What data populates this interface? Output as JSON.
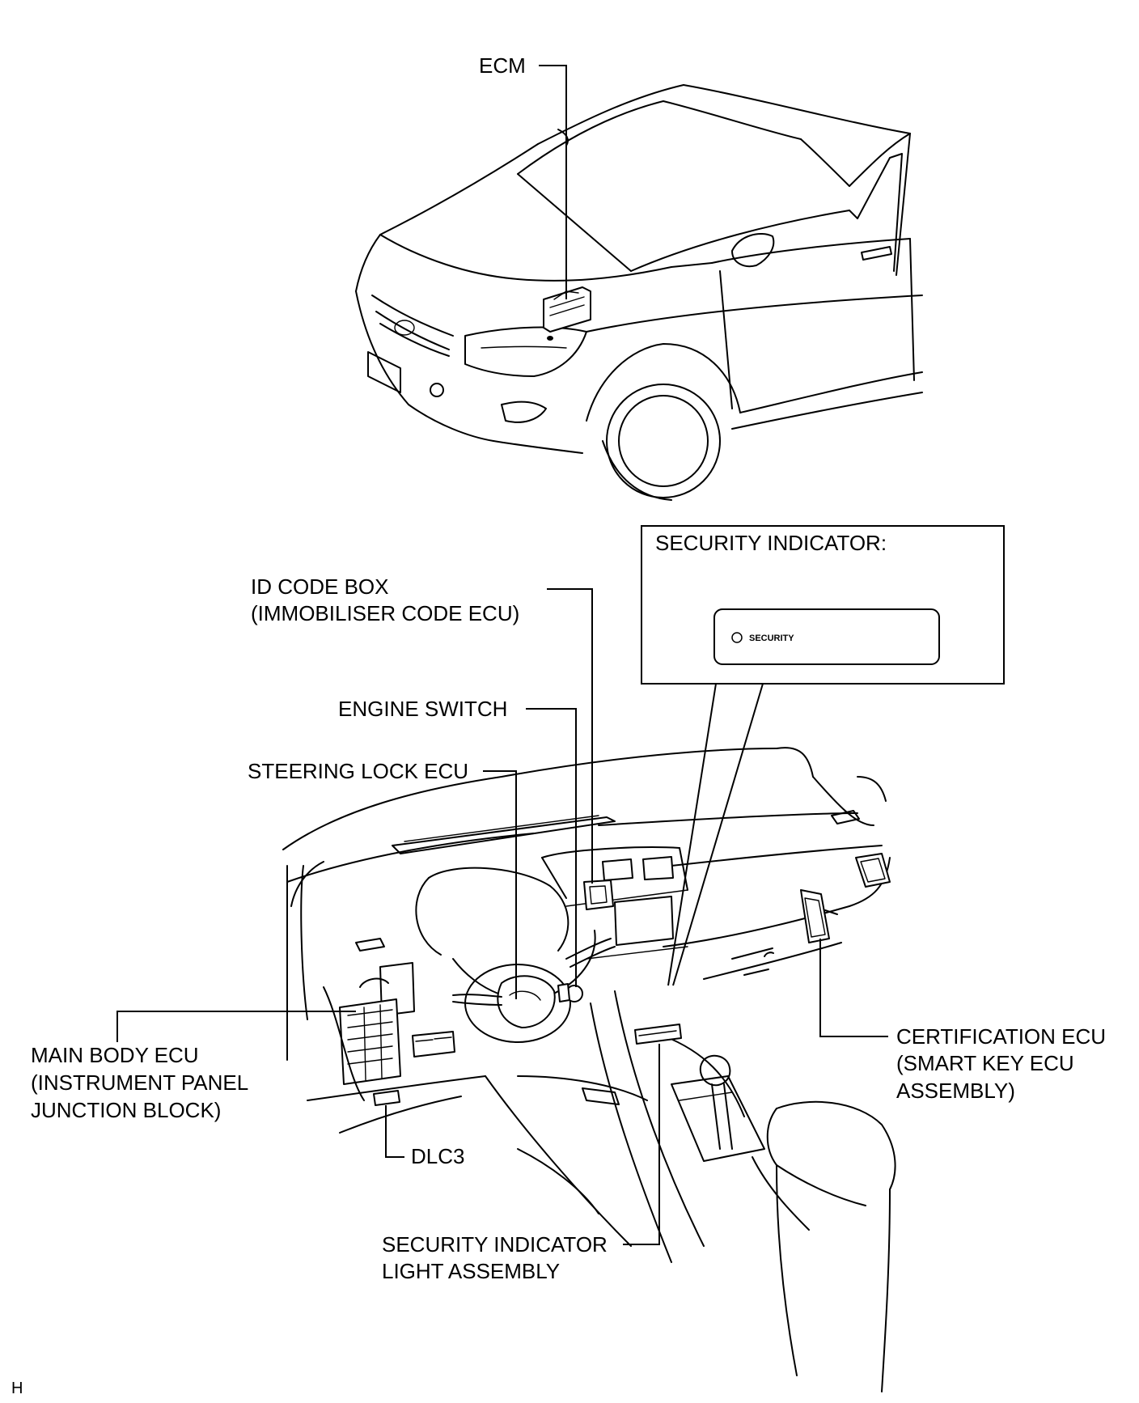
{
  "labels": {
    "ecm": "ECM",
    "security_indicator_box_title": "SECURITY INDICATOR:",
    "security_lamp_text": "SECURITY",
    "id_code_box_line1": "ID CODE BOX",
    "id_code_box_line2": "(IMMOBILISER CODE ECU)",
    "engine_switch": "ENGINE SWITCH",
    "steering_lock_ecu": "STEERING LOCK ECU",
    "main_body_ecu_line1": "MAIN BODY ECU",
    "main_body_ecu_line2": "(INSTRUMENT PANEL",
    "main_body_ecu_line3": "JUNCTION BLOCK)",
    "certification_ecu_line1": "CERTIFICATION ECU",
    "certification_ecu_line2": "(SMART KEY ECU",
    "certification_ecu_line3": "ASSEMBLY)",
    "dlc3": "DLC3",
    "security_indicator_light_line1": "SECURITY INDICATOR",
    "security_indicator_light_line2": "LIGHT ASSEMBLY",
    "figure_code": "H"
  }
}
